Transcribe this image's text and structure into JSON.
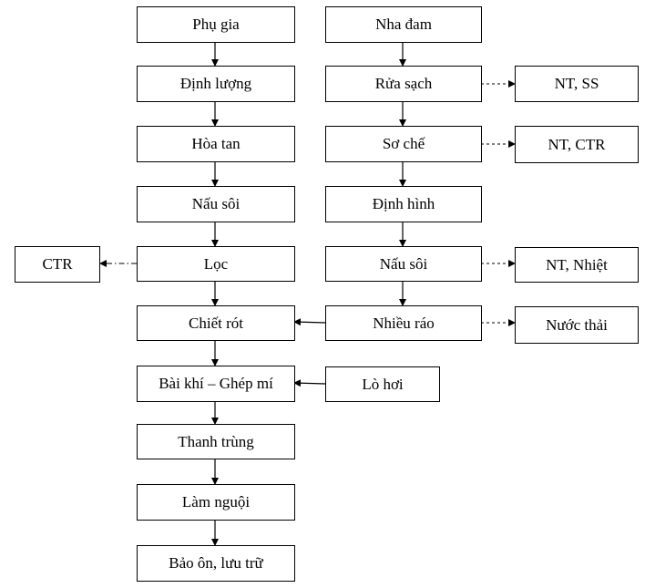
{
  "flowchart": {
    "left_column": [
      "Phụ gia",
      "Định lượng",
      "Hòa tan",
      "Nấu sôi",
      "Lọc",
      "Chiết rót",
      "Bài khí – Ghép mí",
      "Thanh trùng",
      "Làm nguội",
      "Bảo ôn, lưu trữ"
    ],
    "right_column": [
      "Nha đam",
      "Rửa sạch",
      "Sơ chế",
      "Định hình",
      "Nấu sôi",
      "Nhiều ráo"
    ],
    "boiler": "Lò hơi",
    "waste": {
      "rua_sach": "NT, SS",
      "so_che": "NT, CTR",
      "nau_soi": "NT, Nhiệt",
      "nhieu_rao": "Nước thải",
      "loc": "CTR"
    }
  }
}
